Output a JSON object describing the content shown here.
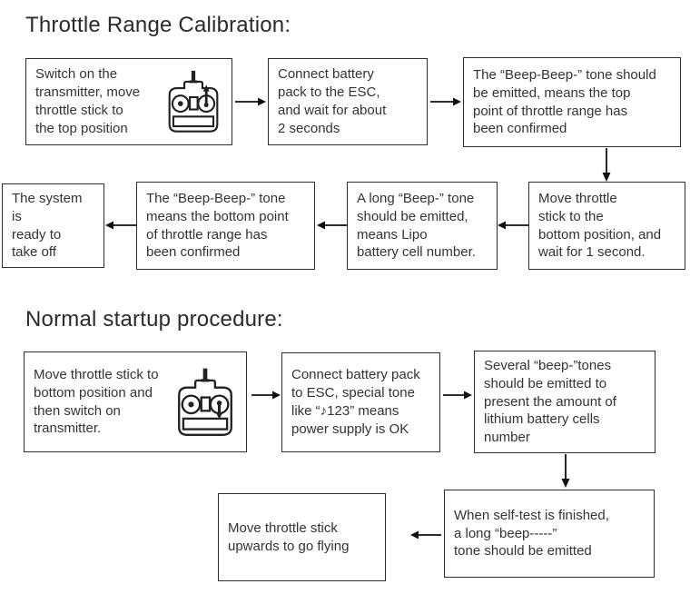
{
  "page": {
    "background": "#ffffff",
    "text_color": "#333333",
    "border_color": "#2e2e2e",
    "arrow_color": "#111111"
  },
  "calibration": {
    "title": "Throttle Range Calibration:",
    "steps": {
      "switch_on_transmitter": "Switch on the\ntransmitter, move\nthrottle stick to\nthe top position",
      "connect_battery": "Connect battery\npack to the ESC,\nand wait for about\n2 seconds",
      "top_point_confirmed": "The “Beep-Beep-” tone should\nbe emitted, means the top\npoint of throttle range has\nbeen confirmed",
      "move_stick_bottom": "Move throttle\nstick to the\nbottom position, and\nwait for 1 second.",
      "lipo_cell_number": "A long “Beep-” tone\nshould be emitted,\nmeans Lipo\nbattery cell number.",
      "bottom_point_confirmed": "The “Beep-Beep-” tone\nmeans the bottom point\nof throttle range has\nbeen confirmed",
      "system_ready": "The system is\nready to\ntake off"
    }
  },
  "startup": {
    "title": "Normal startup procedure:",
    "steps": {
      "move_stick_switch_on": "Move throttle stick to\nbottom position and\nthen switch on\ntransmitter.",
      "connect_battery": "Connect battery pack\nto ESC, special tone\nlike “♪123” means\npower supply is OK",
      "cell_count_beeps": "Several “beep-”tones\nshould be emitted to\npresent the amount of\nlithium battery cells\nnumber",
      "self_test_done": "When self-test is finished,\na long “beep-----”\ntone should be emitted",
      "go_flying": "Move throttle stick\nupwards to go flying"
    }
  }
}
